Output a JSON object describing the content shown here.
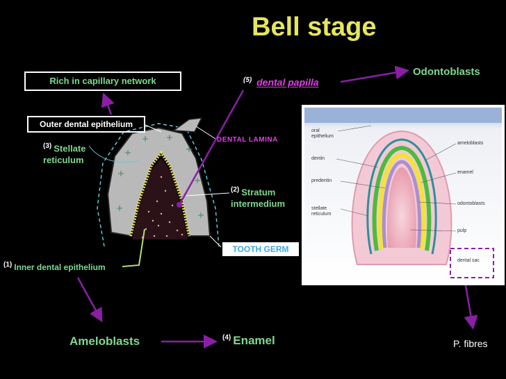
{
  "slide": {
    "title": "Bell stage",
    "colors": {
      "background": "#000000",
      "title": "#e6e65c",
      "label_green": "#7fd88f",
      "magenta": "#e23ee8",
      "arrow": "#8a1fa6",
      "germ_blue": "#3aa8e0"
    }
  },
  "labels": {
    "rich_capillary": "Rich in capillary network",
    "outer_epithelium": "Outer dental epithelium",
    "stellate_num": "(3)",
    "stellate_line1": "Stellate",
    "stellate_line2": "reticulum",
    "papilla_num": "(5)",
    "dental_papilla": "dental papilla",
    "odontoblasts": "Odontoblasts",
    "dental_lamina": "DENTAL LAMINA",
    "stratum_num": "(2)",
    "stratum_line1": "Stratum",
    "stratum_line2": "intermedium",
    "tooth_germ": "TOOTH GERM",
    "inner_num": "(1)",
    "inner_epithelium": "Inner dental epithelium",
    "ameloblasts": "Ameloblasts",
    "enamel_num": "(4)",
    "enamel": "Enamel",
    "p_fibres": "P. fibres"
  },
  "illustration": {
    "labels": {
      "oral_epithelium_1": "oral",
      "oral_epithelium_2": "epithelium",
      "dentin": "dentin",
      "predentin": "predentin",
      "stellate_1": "stellate",
      "stellate_2": "reticulum",
      "ameloblasts": "ameloblasts",
      "enamel": "enamel",
      "odontoblasts": "odontoblasts",
      "pulp": "pulp",
      "dental_sac": "dental sac"
    }
  }
}
